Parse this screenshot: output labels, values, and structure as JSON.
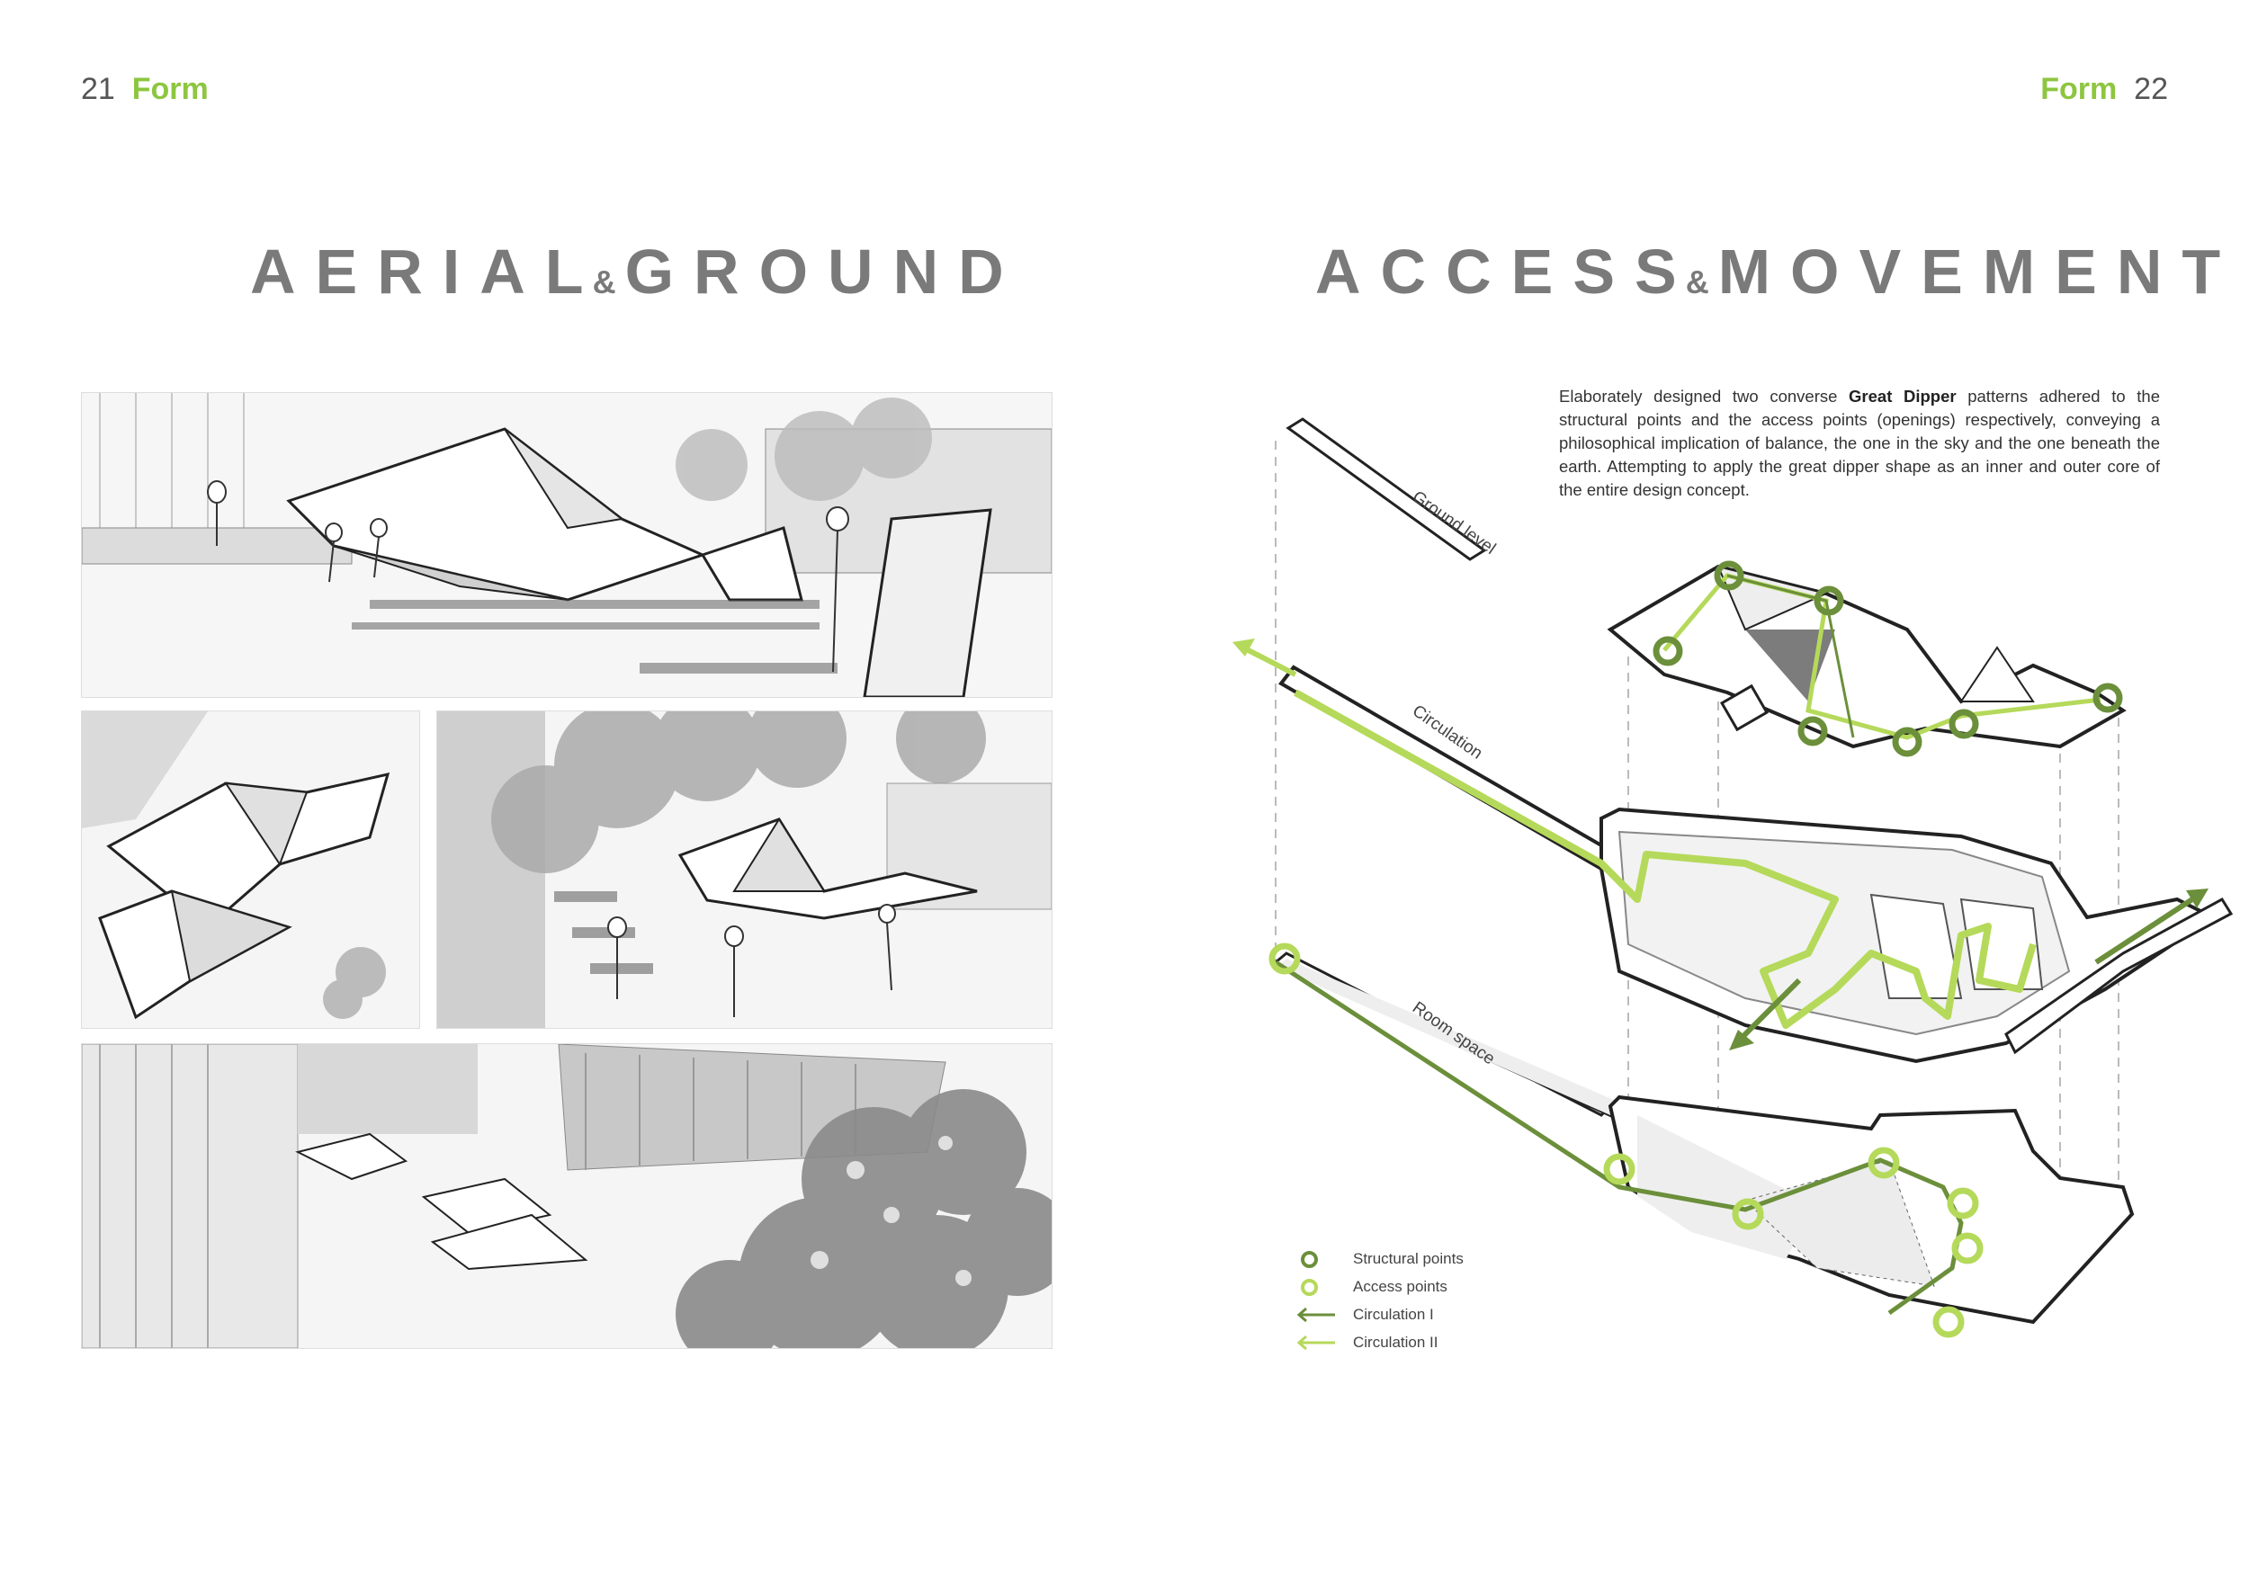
{
  "header": {
    "left": {
      "page_number": "21",
      "section": "Form"
    },
    "right": {
      "section": "Form",
      "page_number": "22"
    }
  },
  "left_page": {
    "title_part1": "AERIAL",
    "title_amp": "&",
    "title_part2": "GROUND"
  },
  "right_page": {
    "title_part1": "ACCESS",
    "title_amp": "&",
    "title_part2": "MOVEMENT",
    "intro": {
      "before_bold": "Elaborately designed two converse ",
      "bold": "Great Dipper",
      "after_bold": " patterns adhered to the structural points and the access points (openings) respectively, conveying a philosophical implication of balance, the one in the sky and the one beneath the earth. Attempting to apply the great dipper shape as an inner and outer core of the entire design concept."
    },
    "layers": {
      "ground": "Ground level",
      "circulation": "Circulation",
      "room": "Room space"
    },
    "legend": [
      {
        "label": "Structural points",
        "symbol": "circle",
        "color": "#6b8f3a"
      },
      {
        "label": "Access points",
        "symbol": "circle",
        "color": "#b5d95a"
      },
      {
        "label": "Circulation I",
        "symbol": "arrow",
        "color": "#6b8f3a"
      },
      {
        "label": "Circulation II",
        "symbol": "arrow",
        "color": "#b5d95a"
      }
    ]
  },
  "colors": {
    "accent": "#8dc63f",
    "dark_green": "#6b8f3a",
    "light_green": "#b5d95a",
    "title_gray": "#7a7a7a"
  }
}
